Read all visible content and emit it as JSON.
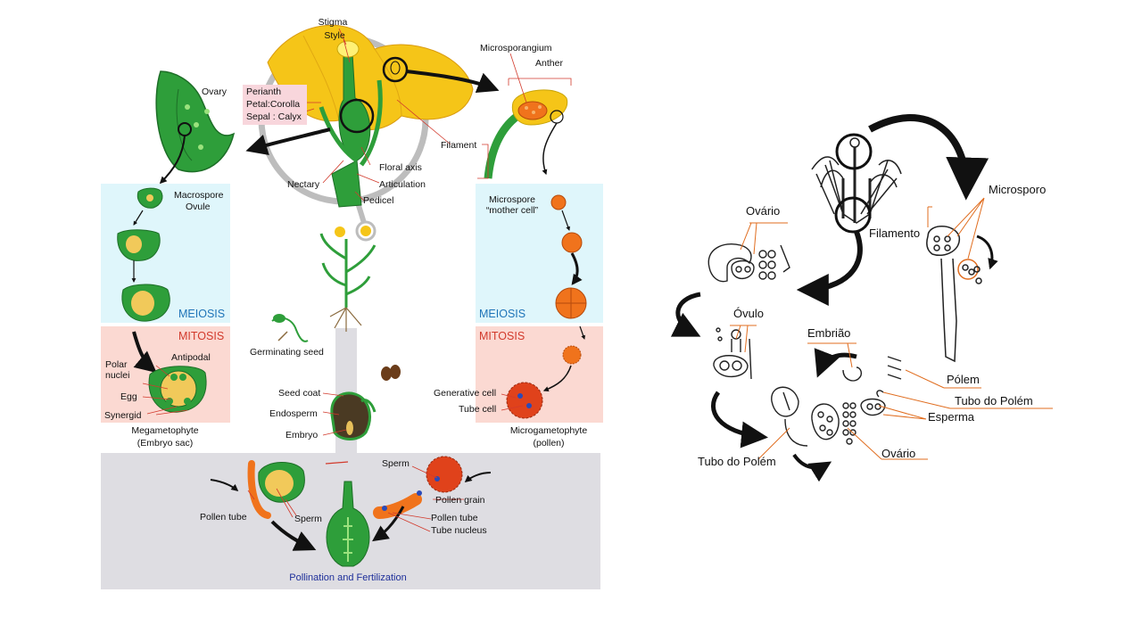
{
  "left_diagram": {
    "flower": {
      "stigma": "Stigma",
      "style": "Style",
      "perianth": "Perianth",
      "petal": "Petal:Corolla",
      "sepal": "Sepal : Calyx",
      "floral_axis": "Floral axis",
      "articulation": "Articulation",
      "nectary": "Nectary",
      "pedicel": "Pedicel"
    },
    "female": {
      "ovary": "Ovary",
      "macrospore": "Macrospore",
      "ovule": "Ovule",
      "meiosis": "MEIOSIS",
      "mitosis": "MITOSIS",
      "polar_nuclei": "Polar\nnuclei",
      "antipodal": "Antipodal",
      "egg": "Egg",
      "synergid": "Synergid",
      "megametophyte": "Megametophyte",
      "embryo_sac": "(Embryo sac)"
    },
    "male": {
      "microsporangium": "Microsporangium",
      "anther": "Anther",
      "filament": "Filament",
      "microspore_mother": "Microspore\n“mother cell”",
      "meiosis": "MEIOSIS",
      "mitosis": "MITOSIS",
      "generative_cell": "Generative cell",
      "tube_cell": "Tube cell",
      "microgametophyte": "Microgametophyte",
      "pollen": "(pollen)"
    },
    "center": {
      "germinating_seed": "Germinating seed",
      "seed_coat": "Seed coat",
      "endosperm": "Endosperm",
      "embryo": "Embryo"
    },
    "bottom": {
      "pollen_tube_left": "Pollen tube",
      "sperm_left": "Sperm",
      "sperm_right": "Sperm",
      "pollen_grain": "Pollen grain",
      "pollen_tube_right": "Pollen tube",
      "tube_nucleus": "Tube nucleus",
      "title": "Pollination and Fertilization"
    }
  },
  "right_diagram": {
    "microsporo": "Microsporo",
    "filamento": "Filamento",
    "ovario_top": "Ovário",
    "ovulo": "Óvulo",
    "embriao": "Embrião",
    "polem": "Pólem",
    "tubo_polem_right": "Tubo do Polém",
    "esperma": "Esperma",
    "ovario_bottom": "Ovário",
    "tubo_polem_left": "Tubo do Polém"
  },
  "colors": {
    "petal_yellow": "#f5c518",
    "green": "#2e9e3a",
    "dark_green": "#1d6e27",
    "orange": "#f0731c",
    "red_orange": "#e0421b",
    "cyan_panel": "#dff6fb",
    "pink_panel": "#fbd9d2",
    "grey_panel": "#dedde2",
    "pink_label": "#f8d6dc"
  }
}
